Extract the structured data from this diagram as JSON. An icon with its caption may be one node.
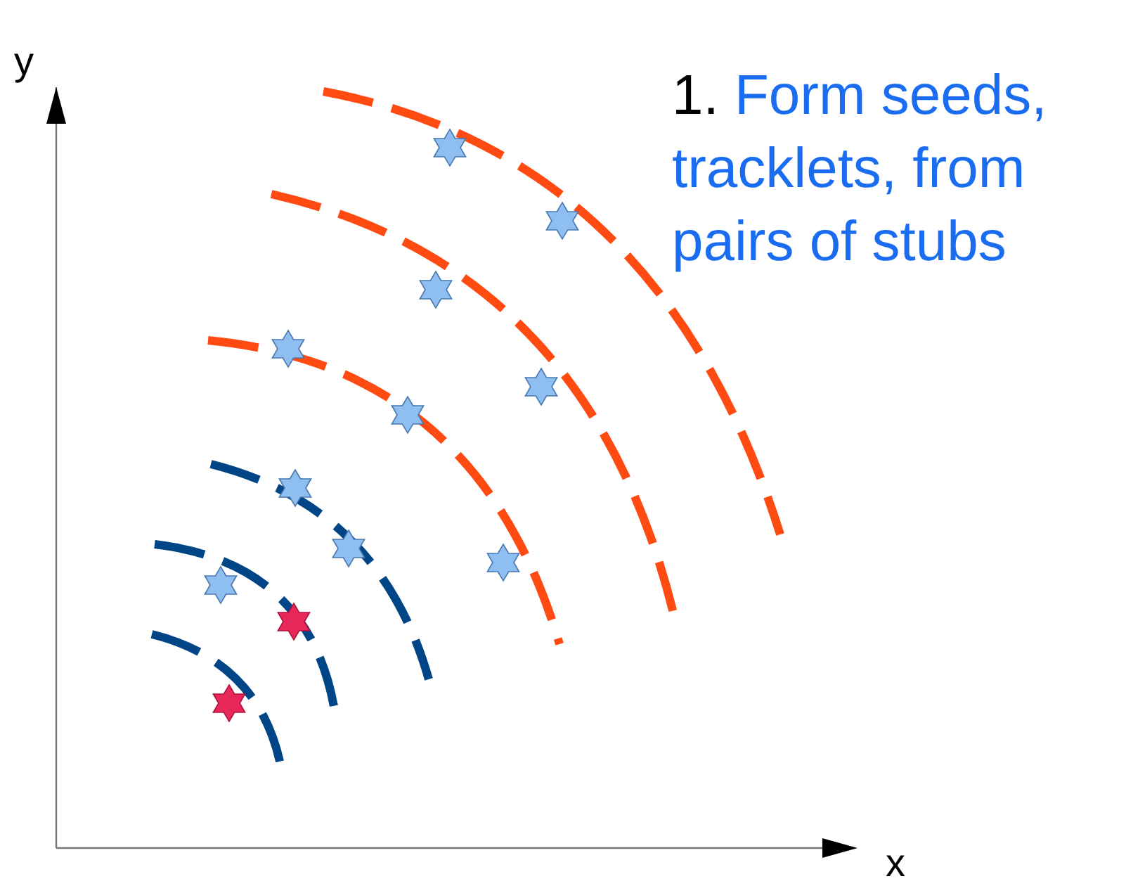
{
  "diagram": {
    "labels": [
      "y",
      "x",
      "1.",
      "Form seeds, tracklets, from pairs of stubs"
    ]
  }
}
